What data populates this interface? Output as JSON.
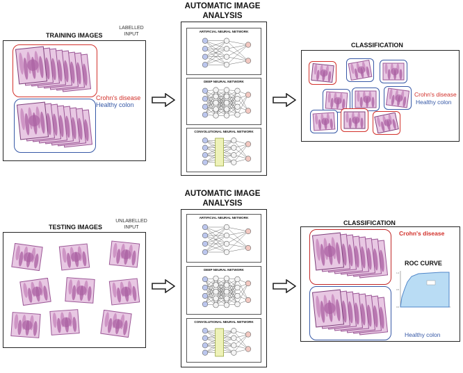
{
  "top": {
    "training_title": "TRAINING IMAGES",
    "labelled_input": [
      "LABELLED",
      "INPUT"
    ],
    "crohns_label": "Crohn's disease",
    "healthy_label": "Healthy colon",
    "analysis_title": [
      "AUTOMATIC IMAGE",
      "ANALYSIS"
    ],
    "classification_title": "CLASSIFICATION",
    "class_crohns": "Crohn's disease",
    "class_healthy": "Healthy colon"
  },
  "bottom": {
    "testing_title": "TESTING IMAGES",
    "unlabelled_input": [
      "UNLABELLED",
      "INPUT"
    ],
    "analysis_title": [
      "AUTOMATIC IMAGE",
      "ANALYSIS"
    ],
    "classification_title": "CLASSIFICATION",
    "crohns_label": "Crohn's disease",
    "healthy_label": "Healthy colon",
    "roc_title": "ROC CURVE"
  },
  "networks": {
    "ann": "ARTIFICIAL NEURAL NETWORK",
    "dnn": "DEEP NEURAL NETWORK",
    "cnn": "CONVOLUTIONAL NEURAL NETWORK"
  },
  "colors": {
    "red": "#d2302a",
    "blue": "#3658a6",
    "tissue": "#b06aa8",
    "tissue_dark": "#7d3f7a",
    "roc_fill": "#b9dcf4"
  }
}
